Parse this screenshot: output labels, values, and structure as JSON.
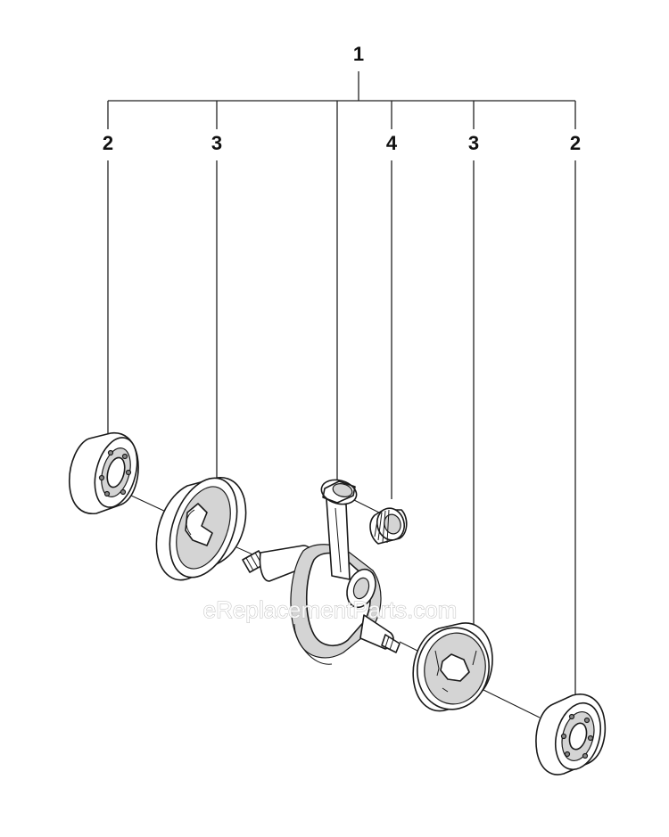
{
  "callouts": {
    "assembly": "1",
    "bearing_left": "2",
    "washer_left": "3",
    "needle_bearing": "4",
    "washer_right": "3",
    "bearing_right": "2"
  },
  "watermark": "eReplacementParts.com"
}
